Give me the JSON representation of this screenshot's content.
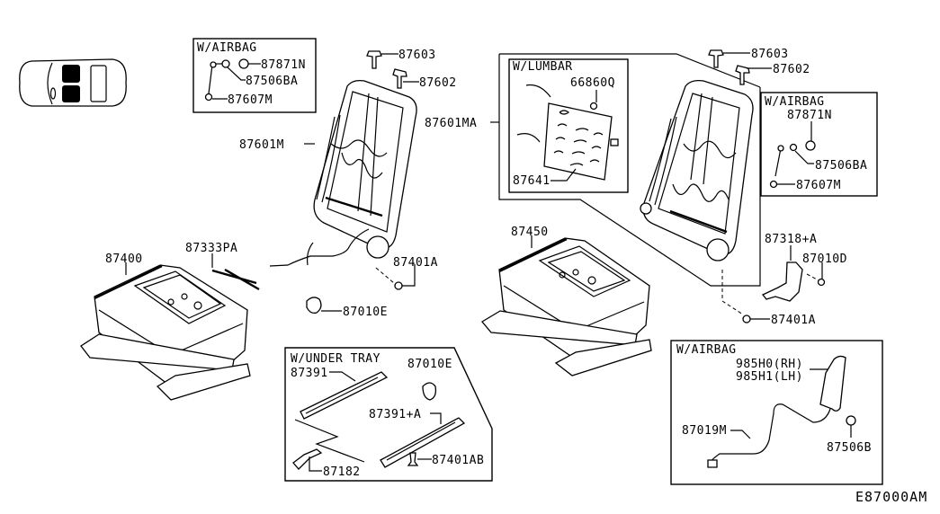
{
  "diagram": {
    "reference_code": "E87000AM",
    "groups": {
      "airbag_box_top_left": {
        "title": "W/AIRBAG",
        "parts": [
          "87871N",
          "87506BA",
          "87607M"
        ]
      },
      "lumbar_box": {
        "title": "W/LUMBAR",
        "parts": [
          "66860Q",
          "87641"
        ]
      },
      "airbag_box_top_right": {
        "title": "W/AIRBAG",
        "parts": [
          "87871N",
          "87506BA",
          "87607M"
        ]
      },
      "under_tray_box": {
        "title": "W/UNDER TRAY",
        "parts": [
          "87391",
          "87010E",
          "87391+A",
          "87401AB",
          "87182"
        ]
      },
      "airbag_box_bottom_right": {
        "title": "W/AIRBAG",
        "parts": [
          "985H0(RH)",
          "985H1(LH)",
          "87019M",
          "87506B"
        ]
      }
    },
    "labels": {
      "left_87603": "87603",
      "left_87602": "87602",
      "left_87601M": "87601M",
      "left_87400": "87400",
      "left_87333PA": "87333PA",
      "left_87401A": "87401A",
      "left_87010E": "87010E",
      "right_87601MA": "87601MA",
      "right_87603": "87603",
      "right_87602": "87602",
      "right_87450": "87450",
      "right_87318A": "87318+A",
      "right_87010D": "87010D",
      "right_87401A": "87401A",
      "tl_87871N": "87871N",
      "tl_87506BA": "87506BA",
      "tl_87607M": "87607M",
      "lum_66860Q": "66860Q",
      "lum_87641": "87641",
      "tr_87871N": "87871N",
      "tr_87506BA": "87506BA",
      "tr_87607M": "87607M",
      "ut_87391": "87391",
      "ut_87010E": "87010E",
      "ut_87391A": "87391+A",
      "ut_87401AB": "87401AB",
      "ut_87182": "87182",
      "br_985H0": "985H0(RH)",
      "br_985H1": "985H1(LH)",
      "br_87019M": "87019M",
      "br_87506B": "87506B"
    }
  }
}
